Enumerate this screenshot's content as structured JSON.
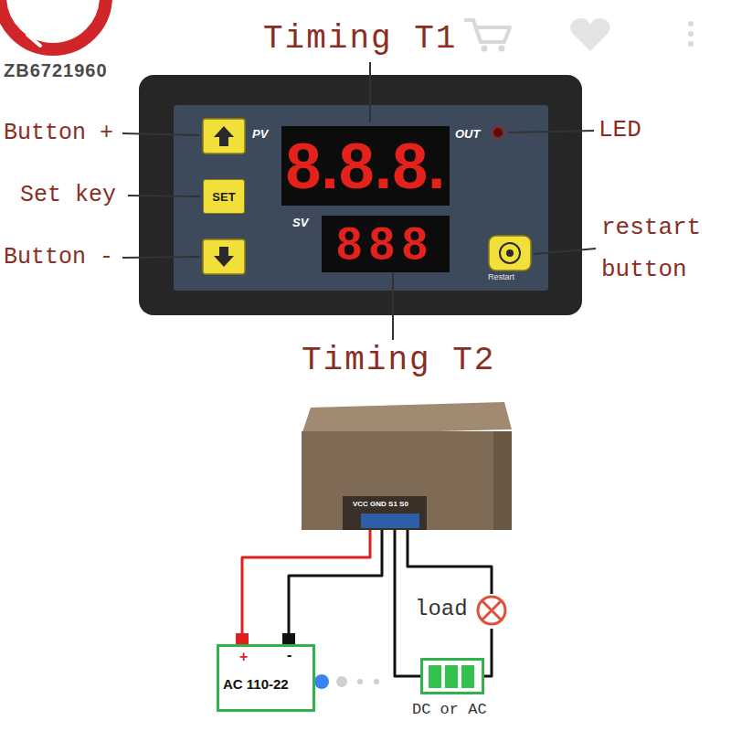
{
  "diagram": {
    "nodes": [
      {
        "text": [
          "PV",
          "OUT",
          "SV",
          "Restart"
        ]
      },
      {
        "text": [
          "SET"
        ],
        "in": 0
      },
      {
        "text": [
          "8.8.8."
        ],
        "in": 0
      },
      {
        "text": [
          "888"
        ],
        "in": 0
      },
      {
        "text": [
          "VCC GND S1 S0"
        ]
      },
      {
        "text": [
          "+",
          "-",
          "AC 110-22"
        ]
      },
      {
        "text": [
          "DC or AC"
        ]
      },
      {
        "text": [
          "load"
        ]
      }
    ],
    "edges": [
      {
        "from": 4,
        "to": 5,
        "arrow": "none"
      },
      {
        "from": 4,
        "to": 5,
        "arrow": "none"
      },
      {
        "from": 4,
        "to": 6,
        "arrow": "none"
      },
      {
        "from": 4,
        "to": 7,
        "arrow": "none"
      },
      {
        "from": 7,
        "to": 6,
        "arrow": "none"
      }
    ],
    "labels": [
      "ZB6721960",
      "Timing T1",
      "Button +",
      "Set key",
      "Button -",
      "LED",
      "restart button",
      "Timing T2"
    ]
  }
}
